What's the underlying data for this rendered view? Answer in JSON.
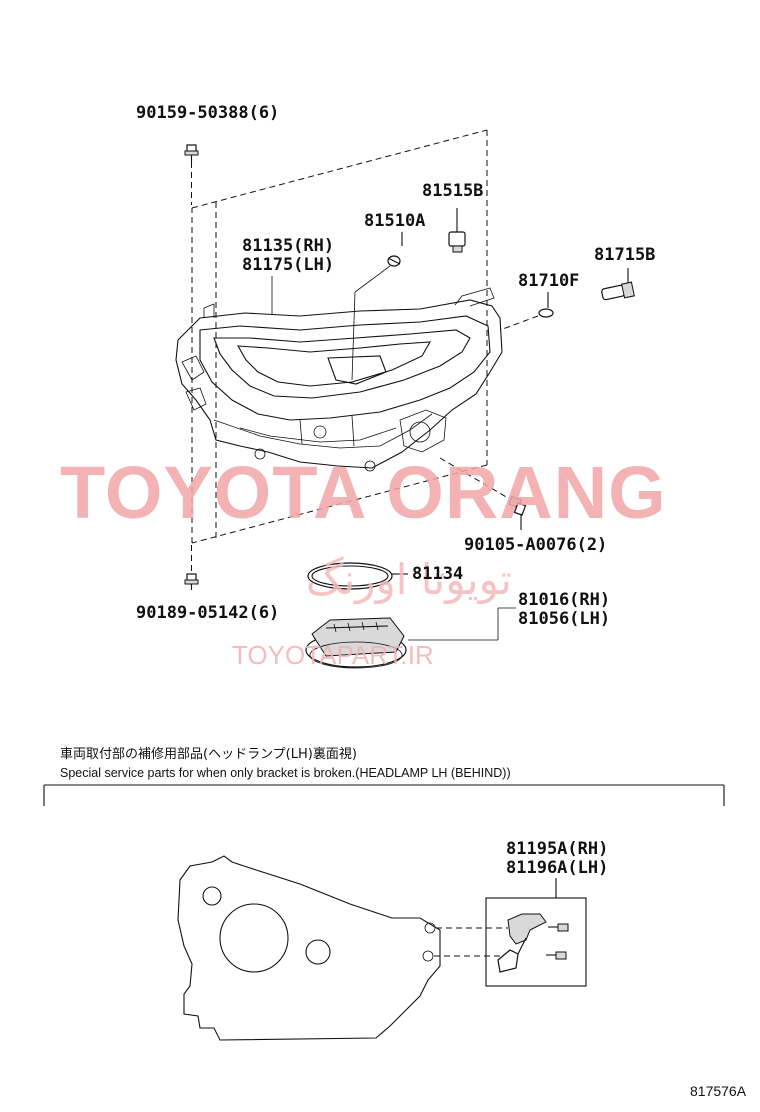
{
  "parts": {
    "bolt_top": "90159-50388(6)",
    "bulb_socket": "81515B",
    "bulb": "81510A",
    "headlamp_rh": "81135(RH)",
    "headlamp_lh": "81175(LH)",
    "side_socket": "81715B",
    "side_bulb": "81710F",
    "screw_right": "90105-A0076(2)",
    "bolt_bottom": "90189-05142(6)",
    "gasket": "81134",
    "computer_rh": "81016(RH)",
    "computer_lh": "81056(LH)",
    "bracket_rh": "81195A(RH)",
    "bracket_lh": "81196A(LH)"
  },
  "notes": {
    "japanese": "車両取付部の補修用部品(ヘッドランプ(LH)裏面視)",
    "english": "Special service parts for when only bracket is broken.(HEADLAMP LH (BEHIND))"
  },
  "watermark": {
    "main": "TOYOTA ORANG",
    "persian": "تویوتا اورنگ",
    "url": "TOYOTAPART.IR"
  },
  "diagram_id": "817576A"
}
